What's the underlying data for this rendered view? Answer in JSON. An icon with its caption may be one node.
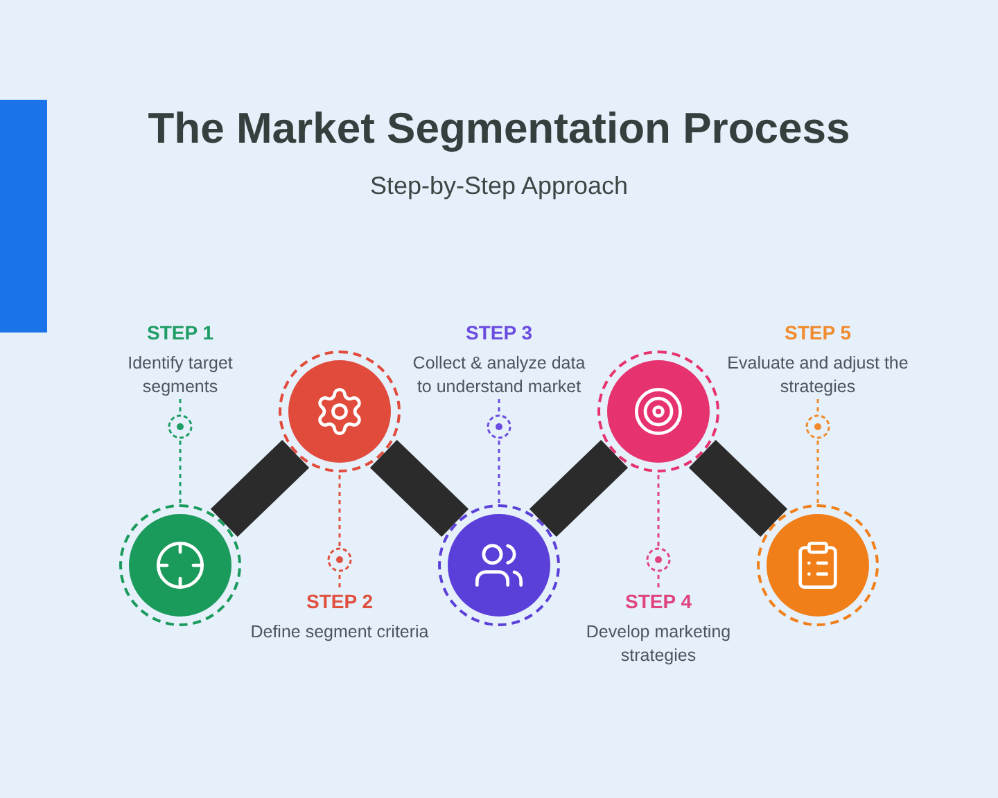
{
  "diagram": {
    "title": "The Market Segmentation Process",
    "caption": "Step-by-Step Approach",
    "nodes": [
      {
        "text": [],
        "shape": "circle"
      },
      {
        "text": [],
        "shape": "circle"
      },
      {
        "text": [],
        "shape": "circle"
      },
      {
        "text": [],
        "shape": "circle"
      },
      {
        "text": [],
        "shape": "circle"
      },
      {
        "text": [
          "STEP 1",
          "Identify target segments"
        ]
      },
      {
        "text": [
          "STEP 2",
          "Define segment criteria"
        ]
      },
      {
        "text": [
          "STEP 3",
          "Collect & analyze data to understand market"
        ]
      },
      {
        "text": [
          "STEP 4",
          "Develop marketing strategies"
        ]
      },
      {
        "text": [
          "STEP 5",
          "Evaluate and adjust the strategies"
        ]
      }
    ],
    "edges": [
      {
        "from": 0,
        "to": 1,
        "arrow": "none",
        "style": "thick",
        "color": "#2b2b2b"
      },
      {
        "from": 1,
        "to": 2,
        "arrow": "none",
        "style": "thick",
        "color": "#2b2b2b"
      },
      {
        "from": 2,
        "to": 3,
        "arrow": "none",
        "style": "thick",
        "color": "#2b2b2b"
      },
      {
        "from": 3,
        "to": 4,
        "arrow": "none",
        "style": "thick",
        "color": "#2b2b2b"
      },
      {
        "from": 5,
        "to": 0,
        "arrow": "none",
        "style": "dashed",
        "color": "#1f9d64"
      },
      {
        "from": 6,
        "to": 1,
        "arrow": "none",
        "style": "dashed",
        "color": "#e0503f"
      },
      {
        "from": 7,
        "to": 2,
        "arrow": "none",
        "style": "dashed",
        "color": "#6a4ce0"
      },
      {
        "from": 8,
        "to": 3,
        "arrow": "none",
        "style": "dashed",
        "color": "#e0447e"
      },
      {
        "from": 9,
        "to": 4,
        "arrow": "none",
        "style": "dashed",
        "color": "#f08a2c"
      }
    ]
  }
}
